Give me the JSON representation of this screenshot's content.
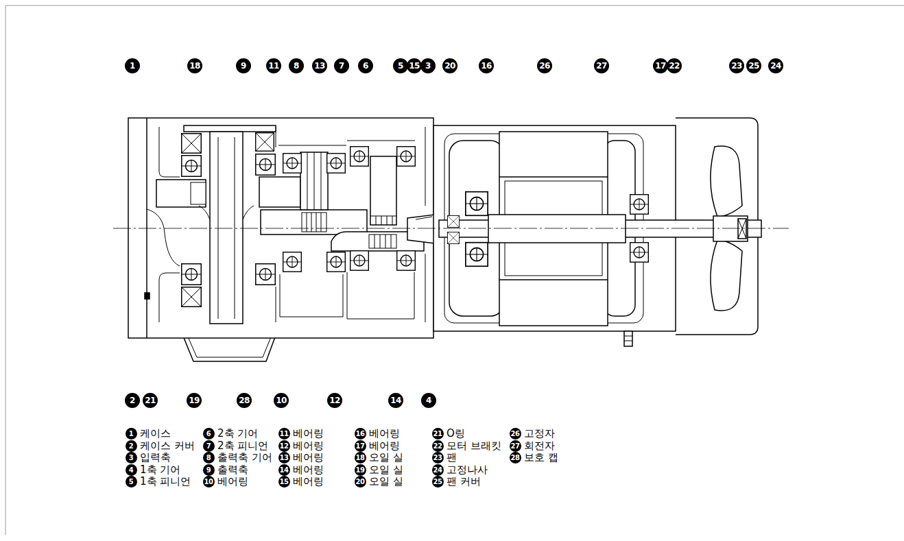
{
  "diagram": {
    "labels": [
      "1",
      "18",
      "9",
      "11",
      "8",
      "13",
      "7",
      "6",
      "5",
      "15",
      "3",
      "20",
      "16",
      "26",
      "27",
      "17",
      "22",
      "23",
      "25",
      "24",
      "2",
      "21",
      "19",
      "28",
      "10",
      "12",
      "14",
      "4",
      "1",
      "케이스",
      "2",
      "케이스 커버",
      "3",
      "입력축",
      "4",
      "1축 기어",
      "5",
      "1축 피니언",
      "6",
      "2축 기어",
      "7",
      "2축 피니언",
      "8",
      "출력축 기어",
      "9",
      "출력축",
      "10",
      "베어링",
      "11",
      "베어링",
      "12",
      "베어링",
      "13",
      "베어링",
      "14",
      "베어링",
      "15",
      "베어링",
      "16",
      "베어링",
      "17",
      "베어링",
      "18",
      "오일 실",
      "19",
      "오일 실",
      "20",
      "오일 실",
      "21",
      "O링",
      "22",
      "모터 브래킷",
      "23",
      "팬",
      "24",
      "고정나사",
      "25",
      "팬 커버",
      "26",
      "고정자",
      "27",
      "회전자",
      "28",
      "보호 캡"
    ]
  }
}
